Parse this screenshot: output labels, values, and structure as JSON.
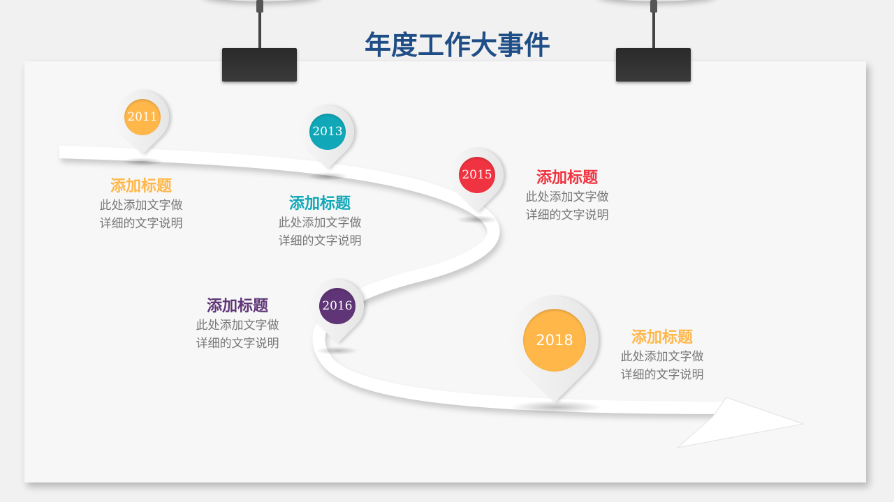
{
  "title": "年度工作大事件",
  "colors": {
    "orange": "#ffb74a",
    "teal": "#10a8b8",
    "red": "#f03340",
    "purple": "#5f3577",
    "title": "#1f4e86"
  },
  "events": [
    {
      "year": "2011",
      "heading": "添加标题",
      "line1": "此处添加文字做",
      "line2": "详细的文字说明"
    },
    {
      "year": "2013",
      "heading": "添加标题",
      "line1": "此处添加文字做",
      "line2": "详细的文字说明"
    },
    {
      "year": "2015",
      "heading": "添加标题",
      "line1": "此处添加文字做",
      "line2": "详细的文字说明"
    },
    {
      "year": "2016",
      "heading": "添加标题",
      "line1": "此处添加文字做",
      "line2": "详细的文字说明"
    },
    {
      "year": "2018",
      "heading": "添加标题",
      "line1": "此处添加文字做",
      "line2": "详细的文字说明"
    }
  ]
}
